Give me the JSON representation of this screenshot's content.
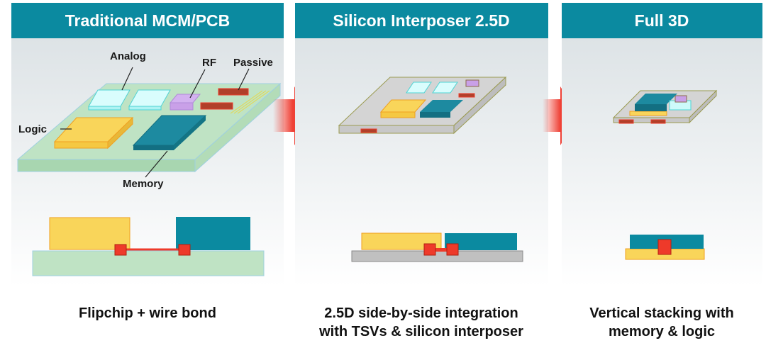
{
  "panels": [
    {
      "title": "Traditional MCM/PCB",
      "caption_lines": [
        "Flipchip + wire bond"
      ]
    },
    {
      "title": "Silicon Interposer 2.5D",
      "caption_lines": [
        "2.5D side-by-side integration",
        "with TSVs & silicon interposer"
      ]
    },
    {
      "title": "Full 3D",
      "caption_lines": [
        "Vertical stacking with",
        "memory & logic"
      ]
    }
  ],
  "labels": {
    "analog": "Analog",
    "rf": "RF",
    "passive": "Passive",
    "logic": "Logic",
    "memory": "Memory"
  },
  "colors": {
    "header": "#0b8aa0",
    "logic": "#f9d55a",
    "memory": "#1d8aa0",
    "analog": "#cdfafa",
    "rf": "#c9a0e8",
    "passive": "#c0392b",
    "pcb": "#bfe3c4",
    "interposer": "#c8c8c8",
    "arrow": "#ef4136",
    "bump": "#ee3a2a"
  }
}
